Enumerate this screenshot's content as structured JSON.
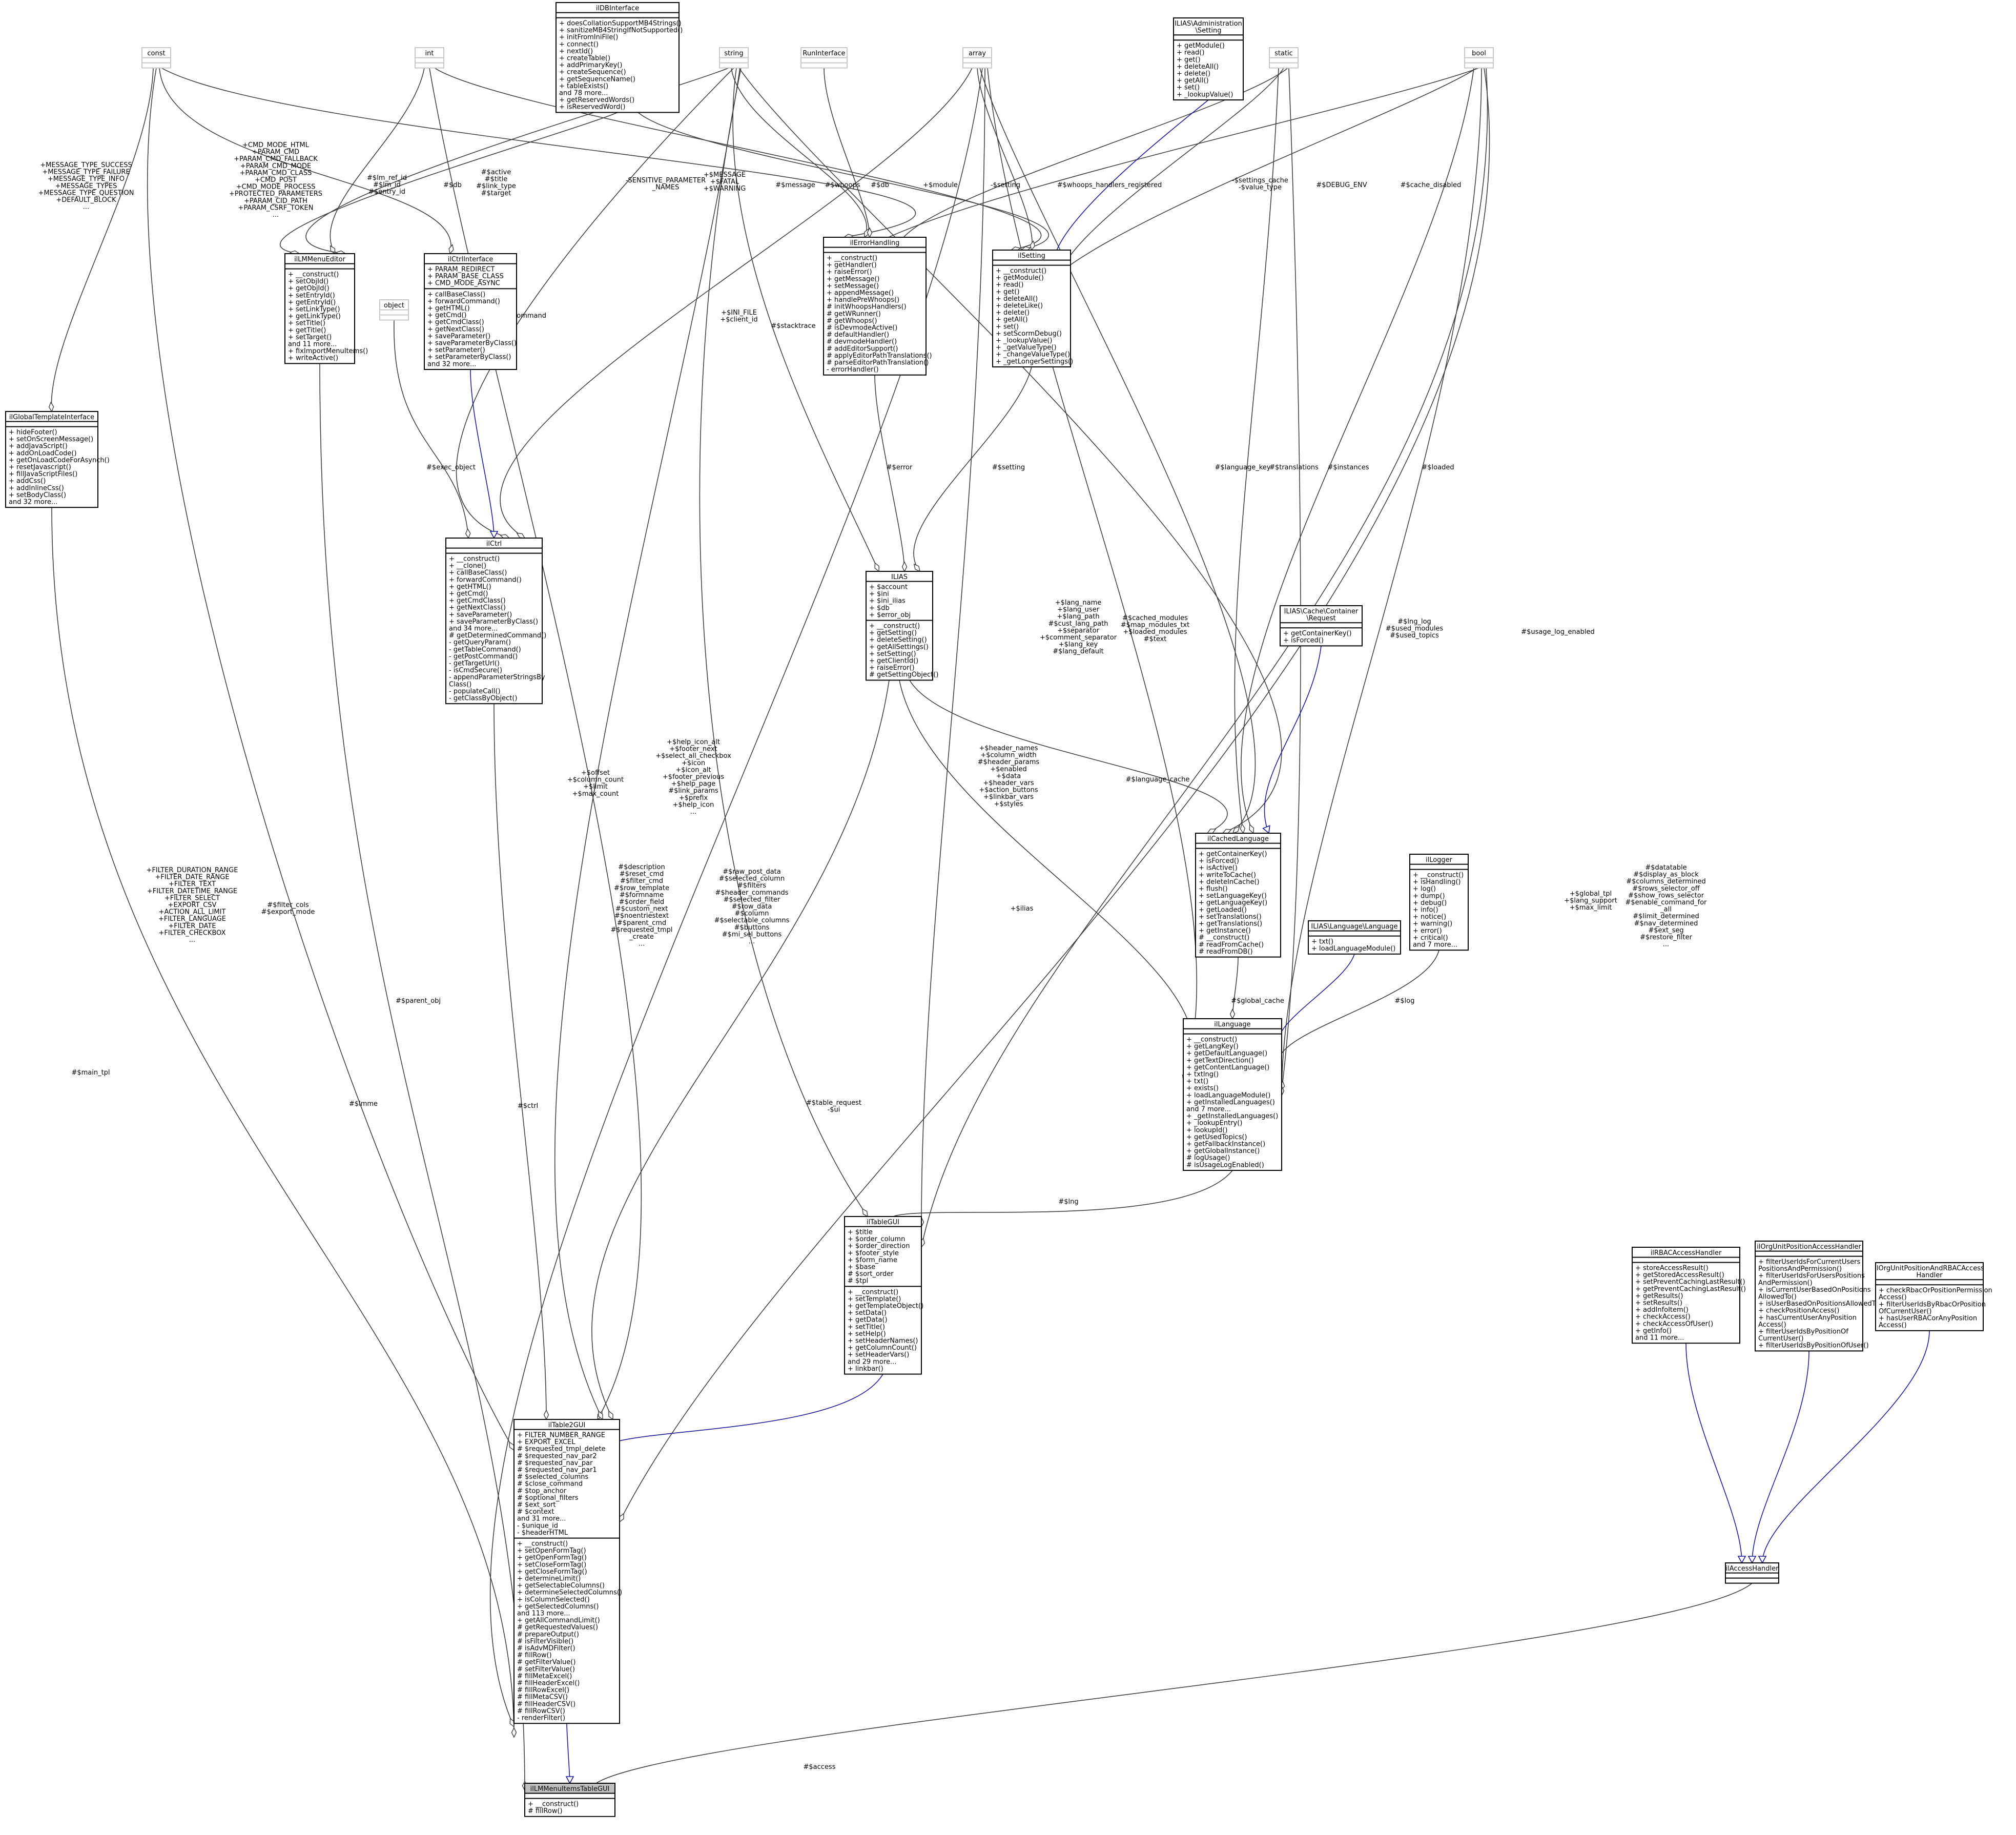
{
  "classes": [
    {
      "id": "const",
      "name": [
        "const"
      ],
      "style": "gray",
      "attrs": [],
      "ops": []
    },
    {
      "id": "int",
      "name": [
        "int"
      ],
      "style": "gray",
      "attrs": [],
      "ops": []
    },
    {
      "id": "ilDBInterface",
      "name": [
        "ilDBInterface"
      ],
      "style": "normal",
      "attrs": [],
      "ops": [
        "+ doesCollationSupportMB4Strings()",
        "+ sanitizeMB4StringIfNotSupported()",
        "+ initFromIniFile()",
        "+ connect()",
        "+ nextId()",
        "+ createTable()",
        "+ addPrimaryKey()",
        "+ createSequence()",
        "+ getSequenceName()",
        "+ tableExists()",
        "and 78 more...",
        "+ getReservedWords()",
        "+ isReservedWord()"
      ]
    },
    {
      "id": "string",
      "name": [
        "string"
      ],
      "style": "gray",
      "attrs": [],
      "ops": []
    },
    {
      "id": "RunInterface",
      "name": [
        "RunInterface"
      ],
      "style": "gray",
      "attrs": [],
      "ops": []
    },
    {
      "id": "array",
      "name": [
        "array"
      ],
      "style": "gray",
      "attrs": [],
      "ops": []
    },
    {
      "id": "Setting",
      "name": [
        "ILIAS\\Administration",
        "\\Setting"
      ],
      "style": "normal",
      "attrs": [],
      "ops": [
        "+ getModule()",
        "+ read()",
        "+ get()",
        "+ deleteAll()",
        "+ delete()",
        "+ getAll()",
        "+ set()",
        "+ _lookupValue()"
      ]
    },
    {
      "id": "static",
      "name": [
        "static"
      ],
      "style": "gray",
      "attrs": [],
      "ops": []
    },
    {
      "id": "bool",
      "name": [
        "bool"
      ],
      "style": "gray",
      "attrs": [],
      "ops": []
    },
    {
      "id": "ilLMMenuEditor",
      "name": [
        "ilLMMenuEditor"
      ],
      "style": "normal",
      "attrs": [],
      "ops": [
        "+ __construct()",
        "+ setObjId()",
        "+ getObjId()",
        "+ setEntryId()",
        "+ getEntryId()",
        "+ setLinkType()",
        "+ getLinkType()",
        "+ setTitle()",
        "+ getTitle()",
        "+ setTarget()",
        "and 11 more...",
        "+ fixImportMenuItems()",
        "+ writeActive()"
      ]
    },
    {
      "id": "ilCtrlInterface",
      "name": [
        "ilCtrlInterface"
      ],
      "style": "normal",
      "attrs": [
        "+ PARAM_REDIRECT",
        "+ PARAM_BASE_CLASS",
        "+ CMD_MODE_ASYNC"
      ],
      "ops": [
        "+ callBaseClass()",
        "+ forwardCommand()",
        "+ getHTML()",
        "+ getCmd()",
        "+ getCmdClass()",
        "+ getNextClass()",
        "+ saveParameter()",
        "+ saveParameterByClass()",
        "+ setParameter()",
        "+ setParameterByClass()",
        "and 32 more..."
      ]
    },
    {
      "id": "object",
      "name": [
        "object"
      ],
      "style": "gray",
      "attrs": [],
      "ops": []
    },
    {
      "id": "ilErrorHandling",
      "name": [
        "ilErrorHandling"
      ],
      "style": "normal",
      "attrs": [],
      "ops": [
        "+ __construct()",
        "+ getHandler()",
        "+ raiseError()",
        "+ getMessage()",
        "+ setMessage()",
        "+ appendMessage()",
        "+ handlePreWhoops()",
        "# initWhoopsHandlers()",
        "# getWRunner()",
        "# getWhoops()",
        "# isDevmodeActive()",
        "# defaultHandler()",
        "# devmodeHandler()",
        "# addEditorSupport()",
        "# applyEditorPathTranslations()",
        "# parseEditorPathTranslation()",
        "- errorHandler()"
      ]
    },
    {
      "id": "ilSetting",
      "name": [
        "ilSetting"
      ],
      "style": "normal",
      "attrs": [],
      "ops": [
        "+ __construct()",
        "+ getModule()",
        "+ read()",
        "+ get()",
        "+ deleteAll()",
        "+ deleteLike()",
        "+ delete()",
        "+ getAll()",
        "+ set()",
        "+ setScormDebug()",
        "+ _lookupValue()",
        "+ _getValueType()",
        "+ _changeValueType()",
        "+ _getLongerSettings()"
      ]
    },
    {
      "id": "ilGlobalTemplateInterface",
      "name": [
        "ilGlobalTemplateInterface"
      ],
      "style": "normal",
      "attrs": [],
      "ops": [
        "+ hideFooter()",
        "+ setOnScreenMessage()",
        "+ addJavaScript()",
        "+ addOnLoadCode()",
        "+ getOnLoadCodeForAsynch()",
        "+ resetJavascript()",
        "+ fillJavaScriptFiles()",
        "+ addCss()",
        "+ addInlineCss()",
        "+ setBodyClass()",
        "and 32 more..."
      ]
    },
    {
      "id": "ilCtrl",
      "name": [
        "ilCtrl"
      ],
      "style": "normal",
      "attrs": [],
      "ops": [
        "+ __construct()",
        "+ __clone()",
        "+ callBaseClass()",
        "+ forwardCommand()",
        "+ getHTML()",
        "+ getCmd()",
        "+ getCmdClass()",
        "+ getNextClass()",
        "+ saveParameter()",
        "+ saveParameterByClass()",
        "and 34 more...",
        "# getDeterminedCommand()",
        "- getQueryParam()",
        "- getTableCommand()",
        "- getPostCommand()",
        "- getTargetUrl()",
        "- isCmdSecure()",
        "- appendParameterStringsBy",
        "Class()",
        "- populateCall()",
        "- getClassByObject()"
      ]
    },
    {
      "id": "ILIAS",
      "name": [
        "ILIAS"
      ],
      "style": "normal",
      "attrs": [
        "+ $account",
        "+ $ini",
        "+ $ini_ilias",
        "+ $db",
        "+ $error_obj"
      ],
      "ops": [
        "+ __construct()",
        "+ getSetting()",
        "+ deleteSetting()",
        "+ getAllSettings()",
        "+ setSetting()",
        "+ getClientId()",
        "+ raiseError()",
        "# getSettingObject()"
      ]
    },
    {
      "id": "Request",
      "name": [
        "ILIAS\\Cache\\Container",
        "\\Request"
      ],
      "style": "normal",
      "attrs": [],
      "ops": [
        "+ getContainerKey()",
        "+ isForced()"
      ]
    },
    {
      "id": "ilCachedLanguage",
      "name": [
        "ilCachedLanguage"
      ],
      "style": "normal",
      "attrs": [],
      "ops": [
        "+ getContainerKey()",
        "+ isForced()",
        "+ isActive()",
        "+ writeToCache()",
        "+ deleteInCache()",
        "+ flush()",
        "+ setLanguageKey()",
        "+ getLanguageKey()",
        "+ getLoaded()",
        "+ setTranslations()",
        "+ getTranslations()",
        "+ getInstance()",
        "# __construct()",
        "# readFromCache()",
        "# readFromDB()"
      ]
    },
    {
      "id": "LangIface",
      "name": [
        "ILIAS\\Language\\Language"
      ],
      "style": "normal",
      "attrs": [],
      "ops": [
        "+ txt()",
        "+ loadLanguageModule()"
      ]
    },
    {
      "id": "ilLogger",
      "name": [
        "ilLogger"
      ],
      "style": "normal",
      "attrs": [],
      "ops": [
        "+ __construct()",
        "+ isHandling()",
        "+ log()",
        "+ dump()",
        "+ debug()",
        "+ info()",
        "+ notice()",
        "+ warning()",
        "+ error()",
        "+ critical()",
        "and 7 more..."
      ]
    },
    {
      "id": "ilLanguage",
      "name": [
        "ilLanguage"
      ],
      "style": "normal",
      "attrs": [],
      "ops": [
        "+ __construct()",
        "+ getLangKey()",
        "+ getDefaultLanguage()",
        "+ getTextDirection()",
        "+ getContentLanguage()",
        "+ txtlng()",
        "+ txt()",
        "+ exists()",
        "+ loadLanguageModule()",
        "+ getInstalledLanguages()",
        "and 7 more...",
        "+ _getInstalledLanguages()",
        "+ _lookupEntry()",
        "+ lookupId()",
        "+ getUsedTopics()",
        "+ getFallbackInstance()",
        "+ getGlobalInstance()",
        "# logUsage()",
        "# isUsageLogEnabled()"
      ]
    },
    {
      "id": "ilTableGUI",
      "name": [
        "ilTableGUI"
      ],
      "style": "normal",
      "attrs": [
        "+ $title",
        "+ $order_column",
        "+ $order_direction",
        "+ $footer_style",
        "+ $form_name",
        "+ $base",
        "# $sort_order",
        "# $tpl"
      ],
      "ops": [
        "+ __construct()",
        "+ setTemplate()",
        "+ getTemplateObject()",
        "+ setData()",
        "+ getData()",
        "+ setTitle()",
        "+ setHelp()",
        "+ setHeaderNames()",
        "+ getColumnCount()",
        "+ setHeaderVars()",
        "and 29 more...",
        "+ linkbar()"
      ]
    },
    {
      "id": "ilRBACAccessHandler",
      "name": [
        "ilRBACAccessHandler"
      ],
      "style": "normal",
      "attrs": [],
      "ops": [
        "+ storeAccessResult()",
        "+ getStoredAccessResult()",
        "+ setPreventCachingLastResult()",
        "+ getPreventCachingLastResult()",
        "+ getResults()",
        "+ setResults()",
        "+ addInfoItem()",
        "+ checkAccess()",
        "+ checkAccessOfUser()",
        "+ getInfo()",
        "and 11 more..."
      ]
    },
    {
      "id": "ilOrgUnitPositionAccessHandler",
      "name": [
        "ilOrgUnitPositionAccessHandler"
      ],
      "style": "normal",
      "attrs": [],
      "ops": [
        "+ filterUserIdsForCurrentUsers",
        "PositionsAndPermission()",
        "+ filterUserIdsForUsersPositions",
        "AndPermission()",
        "+ isCurrentUserBasedOnPositions",
        "AllowedTo()",
        "+ isUserBasedOnPositionsAllowedTo()",
        "+ checkPositionAccess()",
        "+ hasCurrentUserAnyPosition",
        "Access()",
        "+ filterUserIdsByPositionOf",
        "CurrentUser()",
        "+ filterUserIdsByPositionOfUser()"
      ]
    },
    {
      "id": "ilOrgUnitPositionAndRBACAccessHandler",
      "name": [
        "ilOrgUnitPositionAndRBACAccess",
        "Handler"
      ],
      "style": "normal",
      "attrs": [],
      "ops": [
        "+ checkRbacOrPositionPermission",
        "Access()",
        "+ filterUserIdsByRbacOrPosition",
        "OfCurrentUser()",
        "+ hasUserRBACorAnyPosition",
        "Access()"
      ]
    },
    {
      "id": "ilTable2GUI",
      "name": [
        "ilTable2GUI"
      ],
      "style": "normal",
      "attrs": [
        "+ FILTER_NUMBER_RANGE",
        "+ EXPORT_EXCEL",
        "# $requested_tmpl_delete",
        "# $requested_nav_par2",
        "# $requested_nav_par",
        "# $requested_nav_par1",
        "# $selected_columns",
        "# $close_command",
        "# $top_anchor",
        "# $optional_filters",
        "# $ext_sort",
        "# $context",
        "and 31 more...",
        "- $unique_id",
        "- $headerHTML"
      ],
      "ops": [
        "+ __construct()",
        "+ setOpenFormTag()",
        "+ getOpenFormTag()",
        "+ setCloseFormTag()",
        "+ getCloseFormTag()",
        "+ determineLimit()",
        "+ getSelectableColumns()",
        "+ determineSelectedColumns()",
        "+ isColumnSelected()",
        "+ getSelectedColumns()",
        "and 113 more...",
        "+ getAllCommandLimit()",
        "# getRequestedValues()",
        "# prepareOutput()",
        "# isFilterVisible()",
        "# isAdvMDFilter()",
        "# fillRow()",
        "# getFilterValue()",
        "# setFilterValue()",
        "# fillMetaExcel()",
        "# fillHeaderExcel()",
        "# fillRowExcel()",
        "# fillMetaCSV()",
        "# fillHeaderCSV()",
        "# fillRowCSV()",
        "- renderFilter()"
      ]
    },
    {
      "id": "ilAccessHandler",
      "name": [
        "ilAccessHandler"
      ],
      "style": "normal",
      "attrs": [],
      "ops": []
    },
    {
      "id": "ilLMMenuItemsTableGUI",
      "name": [
        "ilLMMenuItemsTableGUI"
      ],
      "style": "highlight",
      "attrs": [],
      "ops": [
        "+ __construct()",
        "# fillRow()"
      ]
    }
  ],
  "edge_labels": [
    {
      "id": "l_const_gti",
      "lines": [
        "+MESSAGE_TYPE_SUCCESS",
        "+MESSAGE_TYPE_FAILURE",
        "+MESSAGE_TYPE_INFO",
        "+MESSAGE_TYPES",
        "+MESSAGE_TYPE_QUESTION",
        "+DEFAULT_BLOCK",
        "..."
      ]
    },
    {
      "id": "l_const_ctrl",
      "lines": [
        "+CMD_MODE_HTML",
        "+PARAM_CMD",
        "+PARAM_CMD_FALLBACK",
        "+PARAM_CMD_MODE",
        "+PARAM_CMD_CLASS",
        "+CMD_POST",
        "+CMD_MODE_PROCESS",
        "+PROTECTED_PARAMETERS",
        "+PARAM_CID_PATH",
        "+PARAM_CSRF_TOKEN",
        "..."
      ]
    },
    {
      "id": "l_int_lmme",
      "lines": [
        "#$lm_ref_id",
        "#$lm_id",
        "#$entry_id"
      ]
    },
    {
      "id": "l_str_lmme",
      "lines": [
        "#$active",
        "#$title",
        "#$link_type",
        "#$target"
      ]
    },
    {
      "id": "l_db_lmme",
      "lines": [
        "#$db"
      ]
    },
    {
      "id": "l_sens",
      "lines": [
        "-SENSITIVE_PARAMETER",
        "_NAMES"
      ]
    },
    {
      "id": "l_msg",
      "lines": [
        "+$MESSAGE",
        "+$FATAL",
        "+$WARNING"
      ]
    },
    {
      "id": "l_message",
      "lines": [
        "#$message"
      ]
    },
    {
      "id": "l_whoops",
      "lines": [
        "#$whoops"
      ]
    },
    {
      "id": "l_db2",
      "lines": [
        "#$db"
      ]
    },
    {
      "id": "l_module",
      "lines": [
        "+$module"
      ]
    },
    {
      "id": "l_setting_arr",
      "lines": [
        "-$setting"
      ]
    },
    {
      "id": "l_whh",
      "lines": [
        "#$whoops_handlers_registered"
      ]
    },
    {
      "id": "l_cache",
      "lines": [
        "-$settings_cache",
        "-$value_type"
      ]
    },
    {
      "id": "l_debug",
      "lines": [
        "#$DEBUG_ENV"
      ]
    },
    {
      "id": "l_cdis",
      "lines": [
        "#$cache_disabled"
      ]
    },
    {
      "id": "l_cmd",
      "lines": [
        "#$command"
      ]
    },
    {
      "id": "l_ini",
      "lines": [
        "+$INI_FILE",
        "+$client_id"
      ]
    },
    {
      "id": "l_stack",
      "lines": [
        "#$stacktrace"
      ]
    },
    {
      "id": "l_exec",
      "lines": [
        "#$exec_object"
      ]
    },
    {
      "id": "l_error",
      "lines": [
        "#$error"
      ]
    },
    {
      "id": "l_setting",
      "lines": [
        "#$setting"
      ]
    },
    {
      "id": "l_lang_key",
      "lines": [
        "#$language_key"
      ]
    },
    {
      "id": "l_transl",
      "lines": [
        "#$translations"
      ]
    },
    {
      "id": "l_inst",
      "lines": [
        "#$instances"
      ]
    },
    {
      "id": "l_loaded",
      "lines": [
        "#$loaded"
      ]
    },
    {
      "id": "l_lang_many",
      "lines": [
        "+$lang_name",
        "+$lang_user",
        "+$lang_path",
        "#$cust_lang_path",
        "+$separator",
        "+$comment_separator",
        "+$lang_key",
        "#$lang_default"
      ]
    },
    {
      "id": "l_cached_mod",
      "lines": [
        "#$cached_modules",
        "#$map_modules_txt",
        "+$loaded_modules",
        "#$text"
      ]
    },
    {
      "id": "l_lng_log",
      "lines": [
        "#$lng_log",
        "#$used_modules",
        "#$used_topics"
      ]
    },
    {
      "id": "l_usage",
      "lines": [
        "#$usage_log_enabled"
      ]
    },
    {
      "id": "l_offset",
      "lines": [
        "+$offset",
        "+$column_count",
        "+$limit",
        "+$max_count"
      ]
    },
    {
      "id": "l_help",
      "lines": [
        "+$help_icon_alt",
        "+$footer_next",
        "+$select_all_checkbox",
        "+$icon",
        "+$icon_alt",
        "+$footer_previous",
        "+$help_page",
        "#$link_params",
        "+$prefix",
        "+$help_icon",
        "..."
      ]
    },
    {
      "id": "l_header",
      "lines": [
        "+$header_names",
        "+$column_width",
        "#$header_params",
        "+$enabled",
        "+$data",
        "+$header_vars",
        "+$action_buttons",
        "+$linkbar_vars",
        "+$styles"
      ]
    },
    {
      "id": "l_ilias",
      "lines": [
        "+$ilias"
      ]
    },
    {
      "id": "l_lang_cache",
      "lines": [
        "#$language_cache"
      ]
    },
    {
      "id": "l_global",
      "lines": [
        "+$global_tpl",
        "+$lang_support",
        "+$max_limit"
      ]
    },
    {
      "id": "l_datatable",
      "lines": [
        "#$datatable",
        "#$display_as_block",
        "#$columns_determined",
        "#$rows_selector_off",
        "#$show_rows_selector",
        "#$enable_command_for",
        "_all",
        "#$limit_determined",
        "#$nav_determined",
        "#$ext_seg",
        "#$restore_filter",
        "..."
      ]
    },
    {
      "id": "l_filter",
      "lines": [
        "+FILTER_DURATION_RANGE",
        "+FILTER_DATE_RANGE",
        "+FILTER_TEXT",
        "+FILTER_DATETIME_RANGE",
        "+FILTER_SELECT",
        "+EXPORT_CSV",
        "+ACTION_ALL_LIMIT",
        "+FILTER_LANGUAGE",
        "+FILTER_DATE",
        "+FILTER_CHECKBOX",
        "..."
      ]
    },
    {
      "id": "l_fcols",
      "lines": [
        "#$filter_cols",
        "#$export_mode"
      ]
    },
    {
      "id": "l_desc",
      "lines": [
        "#$description",
        "#$reset_cmd",
        "#$filter_cmd",
        "#$row_template",
        "#$formname",
        "#$order_field",
        "#$custom_next",
        "#$noentriestext",
        "#$parent_cmd",
        "#$requested_tmpl",
        "_create",
        "..."
      ]
    },
    {
      "id": "l_raw",
      "lines": [
        "#$raw_post_data",
        "#$selected_column",
        "#$filters",
        "#$header_commands",
        "#$selected_filter",
        "#$row_data",
        "#$column",
        "#$selectable_columns",
        "#$buttons",
        "#$mi_sel_buttons",
        "..."
      ]
    },
    {
      "id": "l_glob_cache",
      "lines": [
        "#$global_cache"
      ]
    },
    {
      "id": "l_log",
      "lines": [
        "#$log"
      ]
    },
    {
      "id": "l_lng",
      "lines": [
        "#$lng"
      ]
    },
    {
      "id": "l_tablereq",
      "lines": [
        "#$table_request",
        "-$ui"
      ]
    },
    {
      "id": "l_parent",
      "lines": [
        "#$parent_obj"
      ]
    },
    {
      "id": "l_ctrl",
      "lines": [
        "#$ctrl"
      ]
    },
    {
      "id": "l_main",
      "lines": [
        "#$main_tpl"
      ]
    },
    {
      "id": "l_lmme",
      "lines": [
        "#$lmme"
      ]
    },
    {
      "id": "l_access",
      "lines": [
        "#$access"
      ]
    }
  ]
}
